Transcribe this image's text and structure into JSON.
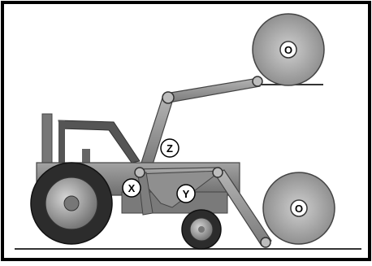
{
  "labels": {
    "upper_bale": "O",
    "lower_bale": "O",
    "pivot_z": "Z",
    "pivot_x": "X",
    "pivot_y": "Y"
  },
  "colors": {
    "border": "#000000",
    "body": "#8c8c8c",
    "body_dark": "#555555",
    "bale": "#a8a8a8",
    "tyre": "#2c2c2c",
    "hub": "#9a9a9a",
    "ground": "#333333"
  }
}
